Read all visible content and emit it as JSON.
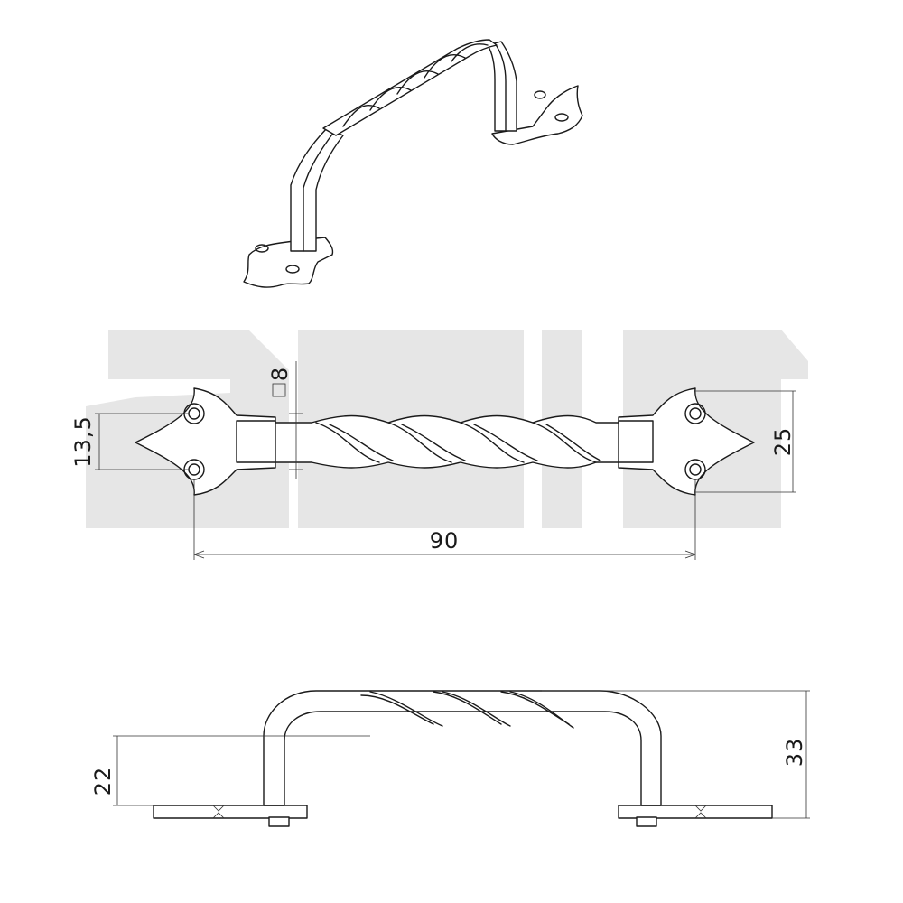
{
  "watermark": {
    "text": "amig",
    "color": "#e6e6e6"
  },
  "line_color": "#1a1a1a",
  "dimensions": {
    "overall_width": "90",
    "hole_spacing": "13,5",
    "plate_width": "25",
    "bar_section": "8",
    "inner_height": "22",
    "overall_height": "33"
  }
}
